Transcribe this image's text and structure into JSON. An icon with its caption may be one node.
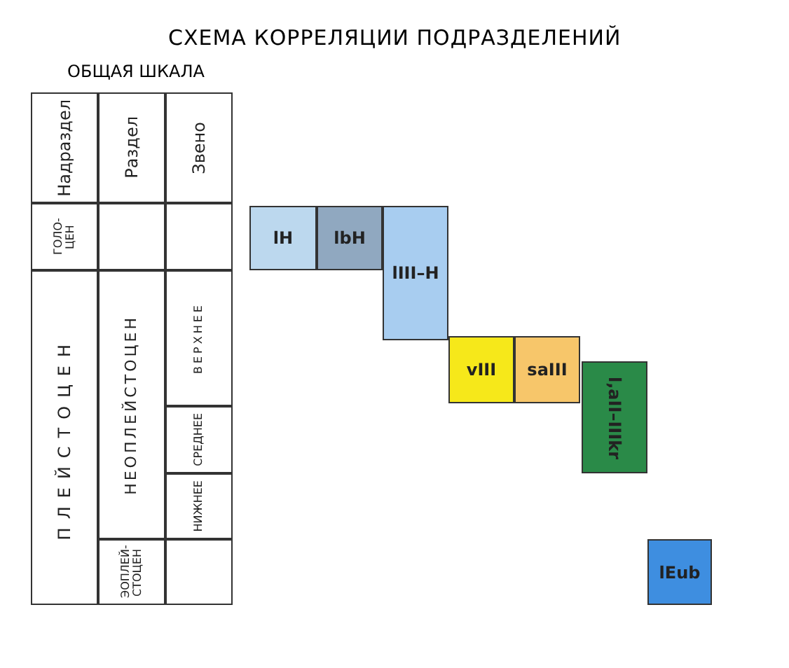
{
  "diagram": {
    "title": "СХЕМА КОРРЕЛЯЦИИ ПОДРАЗДЕЛЕНИЙ",
    "nodes": [
      {
        "text": [
          "lH"
        ]
      },
      {
        "text": [
          "lbH"
        ]
      },
      {
        "text": [
          "lIII–H"
        ]
      },
      {
        "text": [
          "vIII"
        ]
      },
      {
        "text": [
          "saIII"
        ]
      },
      {
        "text": [
          "l,aII–IIIkr"
        ]
      },
      {
        "text": [
          "lEub"
        ]
      }
    ],
    "labels": [
      "ОБЩАЯ ШКАЛА",
      "Надраздел",
      "Раздел",
      "Звено",
      "ГОЛО- ЦЕН",
      "ПЛЕЙСТОЦЕН",
      "НЕОПЛЕЙСТОЦЕН",
      "ВЕРХНЕЕ",
      "СРЕДНЕЕ",
      "НИЖНЕЕ",
      "ЭОПЛЕЙ- СТОЦЕН"
    ]
  }
}
